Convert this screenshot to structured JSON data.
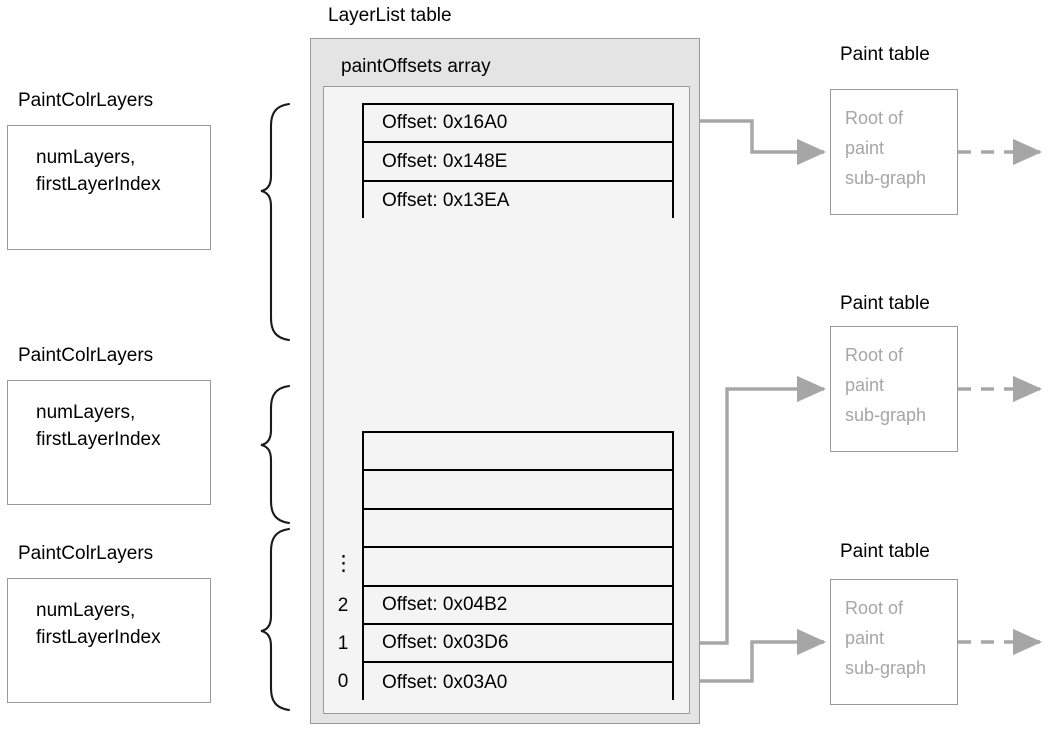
{
  "diagram": {
    "title_layerlist": "LayerList table",
    "label_paintoffsets": "paintOffsets array",
    "ellipsis": "⋮"
  },
  "colr_layers": [
    {
      "title": "PaintColrLayers",
      "text": "numLayers,\nfirstLayerIndex"
    },
    {
      "title": "PaintColrLayers",
      "text": "numLayers,\nfirstLayerIndex"
    },
    {
      "title": "PaintColrLayers",
      "text": "numLayers,\nfirstLayerIndex"
    }
  ],
  "paint_offsets": {
    "top_group": [
      {
        "index": "",
        "label": "Offset: 0x16A0"
      },
      {
        "index": "",
        "label": "Offset: 0x148E"
      },
      {
        "index": "",
        "label": "Offset: 0x13EA"
      }
    ],
    "bottom_group": [
      {
        "index": "",
        "label": ""
      },
      {
        "index": "",
        "label": ""
      },
      {
        "index": "",
        "label": ""
      },
      {
        "index": "⋮",
        "label": ""
      },
      {
        "index": "2",
        "label": "Offset: 0x04B2"
      },
      {
        "index": "1",
        "label": "Offset: 0x03D6"
      },
      {
        "index": "0",
        "label": "Offset: 0x03A0"
      }
    ]
  },
  "paint_tables": [
    {
      "title": "Paint table",
      "text": "Root of\npaint\nsub-graph"
    },
    {
      "title": "Paint table",
      "text": "Root of\npaint\nsub-graph"
    },
    {
      "title": "Paint table",
      "text": "Root of\npaint\nsub-graph"
    }
  ],
  "colors": {
    "connector": "#a6a6a6",
    "box_border": "#9a9a9a",
    "row_border": "#000000",
    "outer_fill": "#e4e4e4",
    "inner_fill": "#f4f4f4",
    "placeholder_text": "#a6a6a6"
  }
}
